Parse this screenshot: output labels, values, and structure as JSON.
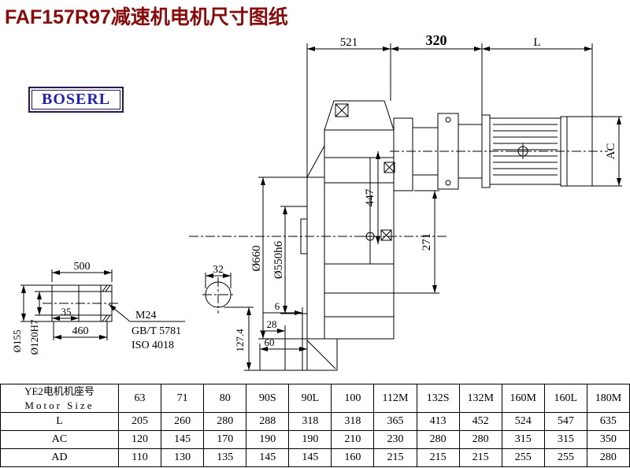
{
  "page": {
    "title": "FAF157R97减速机电机尺寸图纸",
    "logo": "BOSERL"
  },
  "colors": {
    "title_text": "#8a0a0a",
    "logo_text": "#2222bb",
    "logo_border": "#2a1656",
    "drawing_lines": "#000000"
  },
  "dims": {
    "d521": "521",
    "d320": "320",
    "dL": "L",
    "dAC": "AC",
    "d660": "Ø660",
    "d550": "Ø550h6",
    "d447": "447",
    "d271": "271",
    "d500": "500",
    "d35": "35",
    "d460": "460",
    "d155": "Ø155",
    "d120": "Ø120H7",
    "m24": "M24",
    "gbt": "GB/T 5781",
    "iso": "ISO 4018",
    "d32": "32",
    "d127": "127.4",
    "d6": "6",
    "d28": "28",
    "d60": "60"
  },
  "table": {
    "header_cn": "YE2电机机座号",
    "header_en": "Motor Size",
    "columns": [
      "63",
      "71",
      "80",
      "90S",
      "90L",
      "100",
      "112M",
      "132S",
      "132M",
      "160M",
      "160L",
      "180M"
    ],
    "rows": [
      {
        "label": "L",
        "values": [
          "205",
          "260",
          "280",
          "288",
          "318",
          "318",
          "365",
          "413",
          "452",
          "524",
          "547",
          "635"
        ]
      },
      {
        "label": "AC",
        "values": [
          "120",
          "145",
          "170",
          "190",
          "190",
          "210",
          "230",
          "280",
          "280",
          "315",
          "315",
          "350"
        ]
      },
      {
        "label": "AD",
        "values": [
          "110",
          "130",
          "135",
          "145",
          "145",
          "160",
          "215",
          "215",
          "215",
          "255",
          "255",
          "280"
        ]
      }
    ]
  }
}
